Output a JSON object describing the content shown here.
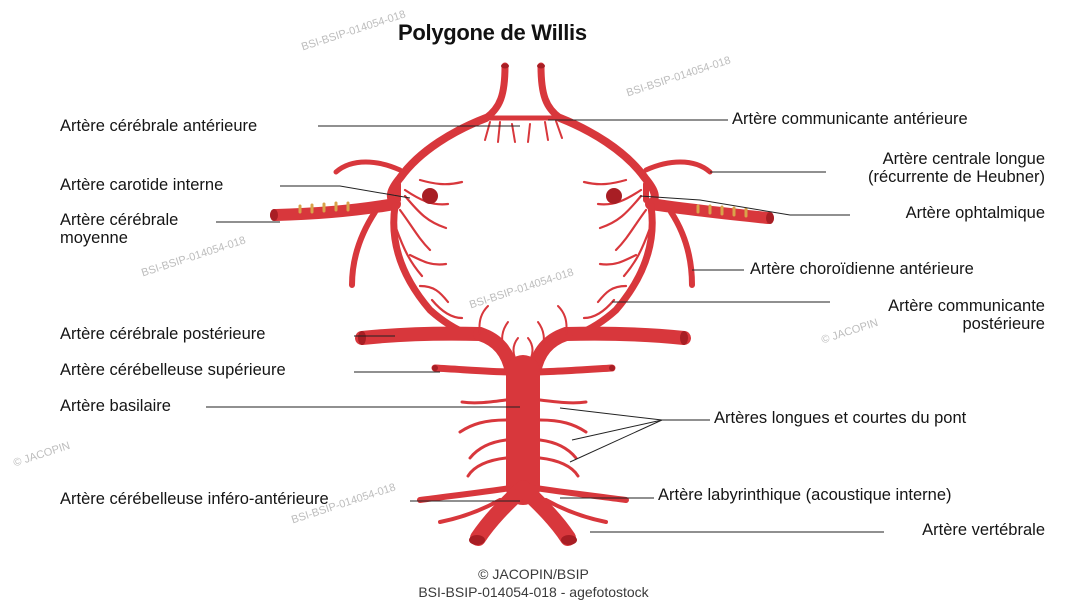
{
  "title": "Polygone de Willis",
  "labels_left": {
    "cerebrale_anterieure": "Artère cérébrale antérieure",
    "carotide_interne": "Artère carotide interne",
    "cerebrale_moyenne_1": "Artère cérébrale",
    "cerebrale_moyenne_2": "moyenne",
    "cerebrale_posterieure": "Artère cérébrale postérieure",
    "cerebelleuse_superieure": "Artère cérébelleuse supérieure",
    "basilaire": "Artère basilaire",
    "cerebelleuse_infero_anterieure": "Artère cérébelleuse inféro-antérieure"
  },
  "labels_right": {
    "communicante_anterieure": "Artère communicante antérieure",
    "centrale_longue_1": "Artère centrale longue",
    "centrale_longue_2": "(récurrente de Heubner)",
    "ophtalmique": "Artère ophtalmique",
    "choroidienne_anterieure": "Artère choroïdienne antérieure",
    "communicante_posterieure_1": "Artère communicante",
    "communicante_posterieure_2": "postérieure",
    "longues_courtes_pont": "Artères longues et courtes du pont",
    "labyrinthique": "Artère labyrinthique (acoustique interne)",
    "vertebrale": "Artère vertébrale"
  },
  "credit": {
    "line1": "© JACOPIN/BSIP",
    "line2": "BSI-BSIP-014054-018 - agefotostock"
  },
  "watermarks": {
    "code": "BSI-BSIP-014054-018",
    "author": "© JACOPIN"
  },
  "colors": {
    "artery": "#d8373c",
    "artery_dark": "#a81e24",
    "leader": "#222222"
  }
}
